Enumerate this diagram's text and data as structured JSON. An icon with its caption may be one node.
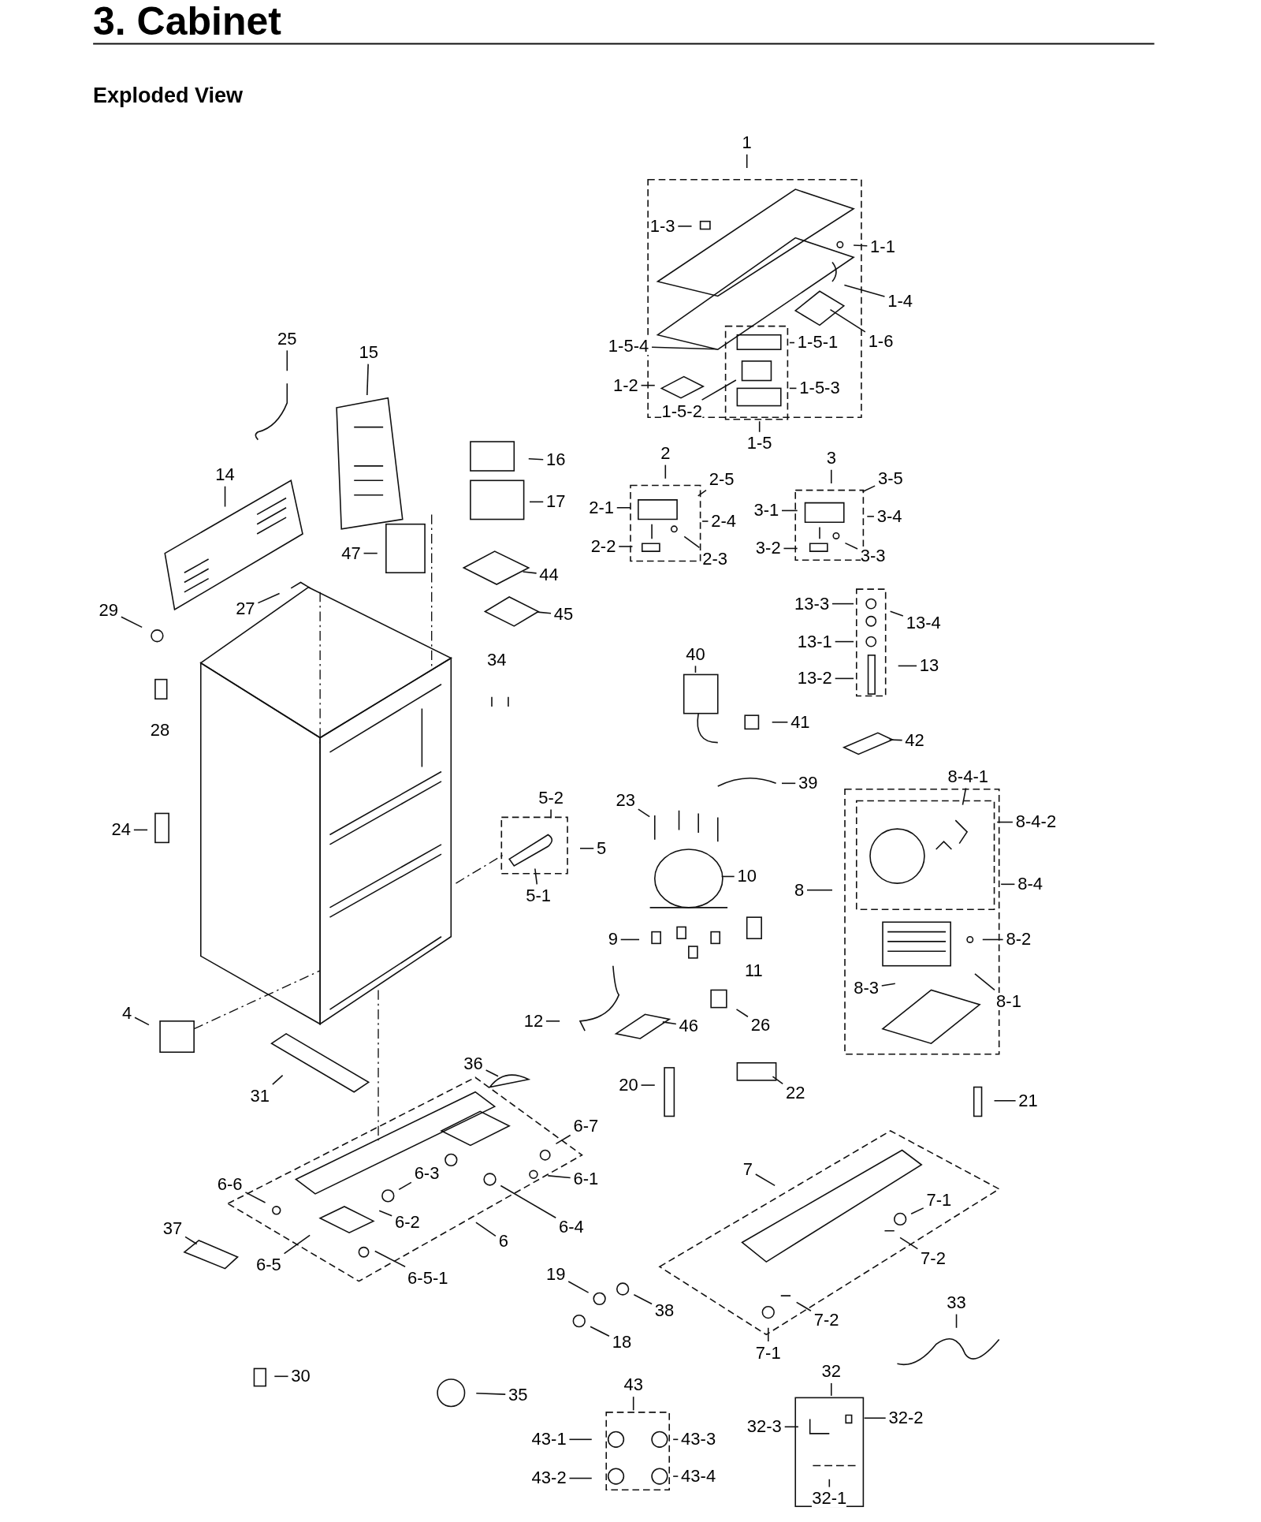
{
  "diagram": {
    "title": "3. Cabinet",
    "labels": [
      "Exploded View"
    ],
    "nodes": [
      {
        "text": [
          "1"
        ]
      },
      {
        "text": [
          "1-3"
        ]
      },
      {
        "text": [
          "1-1"
        ]
      },
      {
        "text": [
          "1-4"
        ]
      },
      {
        "text": [
          "1-6"
        ]
      },
      {
        "text": [
          "1-5-4"
        ]
      },
      {
        "text": [
          "1-5-1"
        ]
      },
      {
        "text": [
          "1-2"
        ]
      },
      {
        "text": [
          "1-5-3"
        ]
      },
      {
        "text": [
          "1-5-2"
        ]
      },
      {
        "text": [
          "1-5"
        ]
      },
      {
        "text": [
          "2"
        ]
      },
      {
        "text": [
          "2-5"
        ]
      },
      {
        "text": [
          "2-1"
        ]
      },
      {
        "text": [
          "2-4"
        ]
      },
      {
        "text": [
          "2-2"
        ]
      },
      {
        "text": [
          "2-3"
        ]
      },
      {
        "text": [
          "3"
        ]
      },
      {
        "text": [
          "3-5"
        ]
      },
      {
        "text": [
          "3-1"
        ]
      },
      {
        "text": [
          "3-4"
        ]
      },
      {
        "text": [
          "3-2"
        ]
      },
      {
        "text": [
          "3-3"
        ]
      },
      {
        "text": [
          "25"
        ]
      },
      {
        "text": [
          "15"
        ]
      },
      {
        "text": [
          "16"
        ]
      },
      {
        "text": [
          "14"
        ]
      },
      {
        "text": [
          "17"
        ]
      },
      {
        "text": [
          "47"
        ]
      },
      {
        "text": [
          "44"
        ]
      },
      {
        "text": [
          "13-3"
        ]
      },
      {
        "text": [
          "13-4"
        ]
      },
      {
        "text": [
          "27"
        ]
      },
      {
        "text": [
          "29"
        ]
      },
      {
        "text": [
          "45"
        ]
      },
      {
        "text": [
          "13-1"
        ]
      },
      {
        "text": [
          "34"
        ]
      },
      {
        "text": [
          "40"
        ]
      },
      {
        "text": [
          "13"
        ]
      },
      {
        "text": [
          "13-2"
        ]
      },
      {
        "text": [
          "41"
        ]
      },
      {
        "text": [
          "28"
        ]
      },
      {
        "text": [
          "42"
        ]
      },
      {
        "text": [
          "8-4-1"
        ]
      },
      {
        "text": [
          "39"
        ]
      },
      {
        "text": [
          "5-2"
        ]
      },
      {
        "text": [
          "23"
        ]
      },
      {
        "text": [
          "8-4-2"
        ]
      },
      {
        "text": [
          "24"
        ]
      },
      {
        "text": [
          "5"
        ]
      },
      {
        "text": [
          "10"
        ]
      },
      {
        "text": [
          "8-4"
        ]
      },
      {
        "text": [
          "8"
        ]
      },
      {
        "text": [
          "5-1"
        ]
      },
      {
        "text": [
          "9"
        ]
      },
      {
        "text": [
          "8-2"
        ]
      },
      {
        "text": [
          "11"
        ]
      },
      {
        "text": [
          "8-3"
        ]
      },
      {
        "text": [
          "8-1"
        ]
      },
      {
        "text": [
          "4"
        ]
      },
      {
        "text": [
          "12"
        ]
      },
      {
        "text": [
          "46"
        ]
      },
      {
        "text": [
          "26"
        ]
      },
      {
        "text": [
          "36"
        ]
      },
      {
        "text": [
          "20"
        ]
      },
      {
        "text": [
          "22"
        ]
      },
      {
        "text": [
          "31"
        ]
      },
      {
        "text": [
          "21"
        ]
      },
      {
        "text": [
          "6-7"
        ]
      },
      {
        "text": [
          "7"
        ]
      },
      {
        "text": [
          "6-3"
        ]
      },
      {
        "text": [
          "6-1"
        ]
      },
      {
        "text": [
          "6-6"
        ]
      },
      {
        "text": [
          "7-1"
        ]
      },
      {
        "text": [
          "6-2"
        ]
      },
      {
        "text": [
          "6-4"
        ]
      },
      {
        "text": [
          "37"
        ]
      },
      {
        "text": [
          "6"
        ]
      },
      {
        "text": [
          "7-2"
        ]
      },
      {
        "text": [
          "6-5"
        ]
      },
      {
        "text": [
          "19"
        ]
      },
      {
        "text": [
          "6-5-1"
        ]
      },
      {
        "text": [
          "33"
        ]
      },
      {
        "text": [
          "38"
        ]
      },
      {
        "text": [
          "7-2"
        ]
      },
      {
        "text": [
          "18"
        ]
      },
      {
        "text": [
          "7-1"
        ]
      },
      {
        "text": [
          "32"
        ]
      },
      {
        "text": [
          "30"
        ]
      },
      {
        "text": [
          "43"
        ]
      },
      {
        "text": [
          "35"
        ]
      },
      {
        "text": [
          "32-3"
        ]
      },
      {
        "text": [
          "32-2"
        ]
      },
      {
        "text": [
          "43-1"
        ]
      },
      {
        "text": [
          "43-3"
        ]
      },
      {
        "text": [
          "43-2"
        ]
      },
      {
        "text": [
          "43-4"
        ]
      },
      {
        "text": [
          "32-1"
        ]
      }
    ],
    "edges": [
      {
        "from": 0,
        "to": null,
        "arrow": "none"
      },
      {
        "from": 1,
        "to": null,
        "arrow": "none"
      },
      {
        "from": 2,
        "to": null,
        "arrow": "none"
      },
      {
        "from": 3,
        "to": null,
        "arrow": "none"
      },
      {
        "from": 4,
        "to": null,
        "arrow": "none"
      },
      {
        "from": 5,
        "to": null,
        "arrow": "none"
      },
      {
        "from": 6,
        "to": null,
        "arrow": "none"
      },
      {
        "from": 7,
        "to": null,
        "arrow": "none"
      },
      {
        "from": 8,
        "to": null,
        "arrow": "none"
      },
      {
        "from": 9,
        "to": null,
        "arrow": "none"
      },
      {
        "from": 10,
        "to": null,
        "arrow": "none"
      },
      {
        "from": 11,
        "to": null,
        "arrow": "none"
      },
      {
        "from": 12,
        "to": null,
        "arrow": "none"
      },
      {
        "from": 13,
        "to": null,
        "arrow": "none"
      },
      {
        "from": 14,
        "to": null,
        "arrow": "none"
      },
      {
        "from": 15,
        "to": null,
        "arrow": "none"
      },
      {
        "from": 16,
        "to": null,
        "arrow": "none"
      },
      {
        "from": 17,
        "to": null,
        "arrow": "none"
      },
      {
        "from": 18,
        "to": null,
        "arrow": "none"
      },
      {
        "from": 19,
        "to": null,
        "arrow": "none"
      },
      {
        "from": 20,
        "to": null,
        "arrow": "none"
      },
      {
        "from": 21,
        "to": null,
        "arrow": "none"
      },
      {
        "from": 22,
        "to": null,
        "arrow": "none"
      },
      {
        "from": 23,
        "to": null,
        "arrow": "none"
      },
      {
        "from": 24,
        "to": null,
        "arrow": "none"
      },
      {
        "from": 25,
        "to": null,
        "arrow": "none"
      },
      {
        "from": 26,
        "to": null,
        "arrow": "none"
      },
      {
        "from": 27,
        "to": null,
        "arrow": "none"
      },
      {
        "from": 28,
        "to": null,
        "arrow": "none"
      },
      {
        "from": 29,
        "to": null,
        "arrow": "none"
      },
      {
        "from": 30,
        "to": null,
        "arrow": "none"
      },
      {
        "from": 31,
        "to": null,
        "arrow": "none"
      },
      {
        "from": 32,
        "to": null,
        "arrow": "none"
      },
      {
        "from": 33,
        "to": null,
        "arrow": "none"
      },
      {
        "from": 34,
        "to": null,
        "arrow": "none"
      },
      {
        "from": 35,
        "to": null,
        "arrow": "none"
      },
      {
        "from": 37,
        "to": null,
        "arrow": "none"
      },
      {
        "from": 38,
        "to": null,
        "arrow": "none"
      },
      {
        "from": 39,
        "to": null,
        "arrow": "none"
      },
      {
        "from": 40,
        "to": null,
        "arrow": "none"
      },
      {
        "from": 42,
        "to": null,
        "arrow": "none"
      },
      {
        "from": 43,
        "to": null,
        "arrow": "none"
      },
      {
        "from": 44,
        "to": null,
        "arrow": "none"
      },
      {
        "from": 45,
        "to": null,
        "arrow": "none"
      },
      {
        "from": 46,
        "to": null,
        "arrow": "none"
      },
      {
        "from": 47,
        "to": null,
        "arrow": "none"
      },
      {
        "from": 48,
        "to": null,
        "arrow": "none"
      },
      {
        "from": 49,
        "to": null,
        "arrow": "none"
      },
      {
        "from": 50,
        "to": null,
        "arrow": "none"
      },
      {
        "from": 51,
        "to": null,
        "arrow": "none"
      },
      {
        "from": 52,
        "to": null,
        "arrow": "none"
      },
      {
        "from": 53,
        "to": null,
        "arrow": "none"
      },
      {
        "from": 54,
        "to": null,
        "arrow": "none"
      },
      {
        "from": 55,
        "to": null,
        "arrow": "none"
      },
      {
        "from": 57,
        "to": null,
        "arrow": "none"
      },
      {
        "from": 58,
        "to": null,
        "arrow": "none"
      },
      {
        "from": 59,
        "to": null,
        "arrow": "none"
      },
      {
        "from": 60,
        "to": null,
        "arrow": "none"
      },
      {
        "from": 61,
        "to": null,
        "arrow": "none"
      },
      {
        "from": 62,
        "to": null,
        "arrow": "none"
      },
      {
        "from": 63,
        "to": null,
        "arrow": "none"
      },
      {
        "from": 64,
        "to": null,
        "arrow": "none"
      },
      {
        "from": 65,
        "to": null,
        "arrow": "none"
      },
      {
        "from": 66,
        "to": null,
        "arrow": "none"
      },
      {
        "from": 67,
        "to": null,
        "arrow": "none"
      },
      {
        "from": 68,
        "to": null,
        "arrow": "none"
      },
      {
        "from": 69,
        "to": null,
        "arrow": "none"
      },
      {
        "from": 70,
        "to": null,
        "arrow": "none"
      },
      {
        "from": 71,
        "to": null,
        "arrow": "none"
      },
      {
        "from": 72,
        "to": null,
        "arrow": "none"
      },
      {
        "from": 73,
        "to": null,
        "arrow": "none"
      },
      {
        "from": 74,
        "to": null,
        "arrow": "none"
      },
      {
        "from": 75,
        "to": null,
        "arrow": "none"
      },
      {
        "from": 76,
        "to": null,
        "arrow": "none"
      },
      {
        "from": 77,
        "to": null,
        "arrow": "none"
      },
      {
        "from": 78,
        "to": null,
        "arrow": "none"
      },
      {
        "from": 79,
        "to": null,
        "arrow": "none"
      },
      {
        "from": 80,
        "to": null,
        "arrow": "none"
      },
      {
        "from": 81,
        "to": null,
        "arrow": "none"
      },
      {
        "from": 82,
        "to": null,
        "arrow": "none"
      },
      {
        "from": 83,
        "to": null,
        "arrow": "none"
      },
      {
        "from": 84,
        "to": null,
        "arrow": "none"
      },
      {
        "from": 85,
        "to": null,
        "arrow": "none"
      },
      {
        "from": 86,
        "to": null,
        "arrow": "none"
      },
      {
        "from": 87,
        "to": null,
        "arrow": "none"
      },
      {
        "from": 88,
        "to": null,
        "arrow": "none"
      },
      {
        "from": 89,
        "to": null,
        "arrow": "none"
      },
      {
        "from": 90,
        "to": null,
        "arrow": "none"
      },
      {
        "from": 91,
        "to": null,
        "arrow": "none"
      },
      {
        "from": 92,
        "to": null,
        "arrow": "none"
      },
      {
        "from": 93,
        "to": null,
        "arrow": "none"
      },
      {
        "from": 94,
        "to": null,
        "arrow": "none"
      },
      {
        "from": 95,
        "to": null,
        "arrow": "none"
      },
      {
        "from": 96,
        "to": null,
        "arrow": "none"
      },
      {
        "from": 97,
        "to": null,
        "arrow": "none"
      }
    ]
  }
}
